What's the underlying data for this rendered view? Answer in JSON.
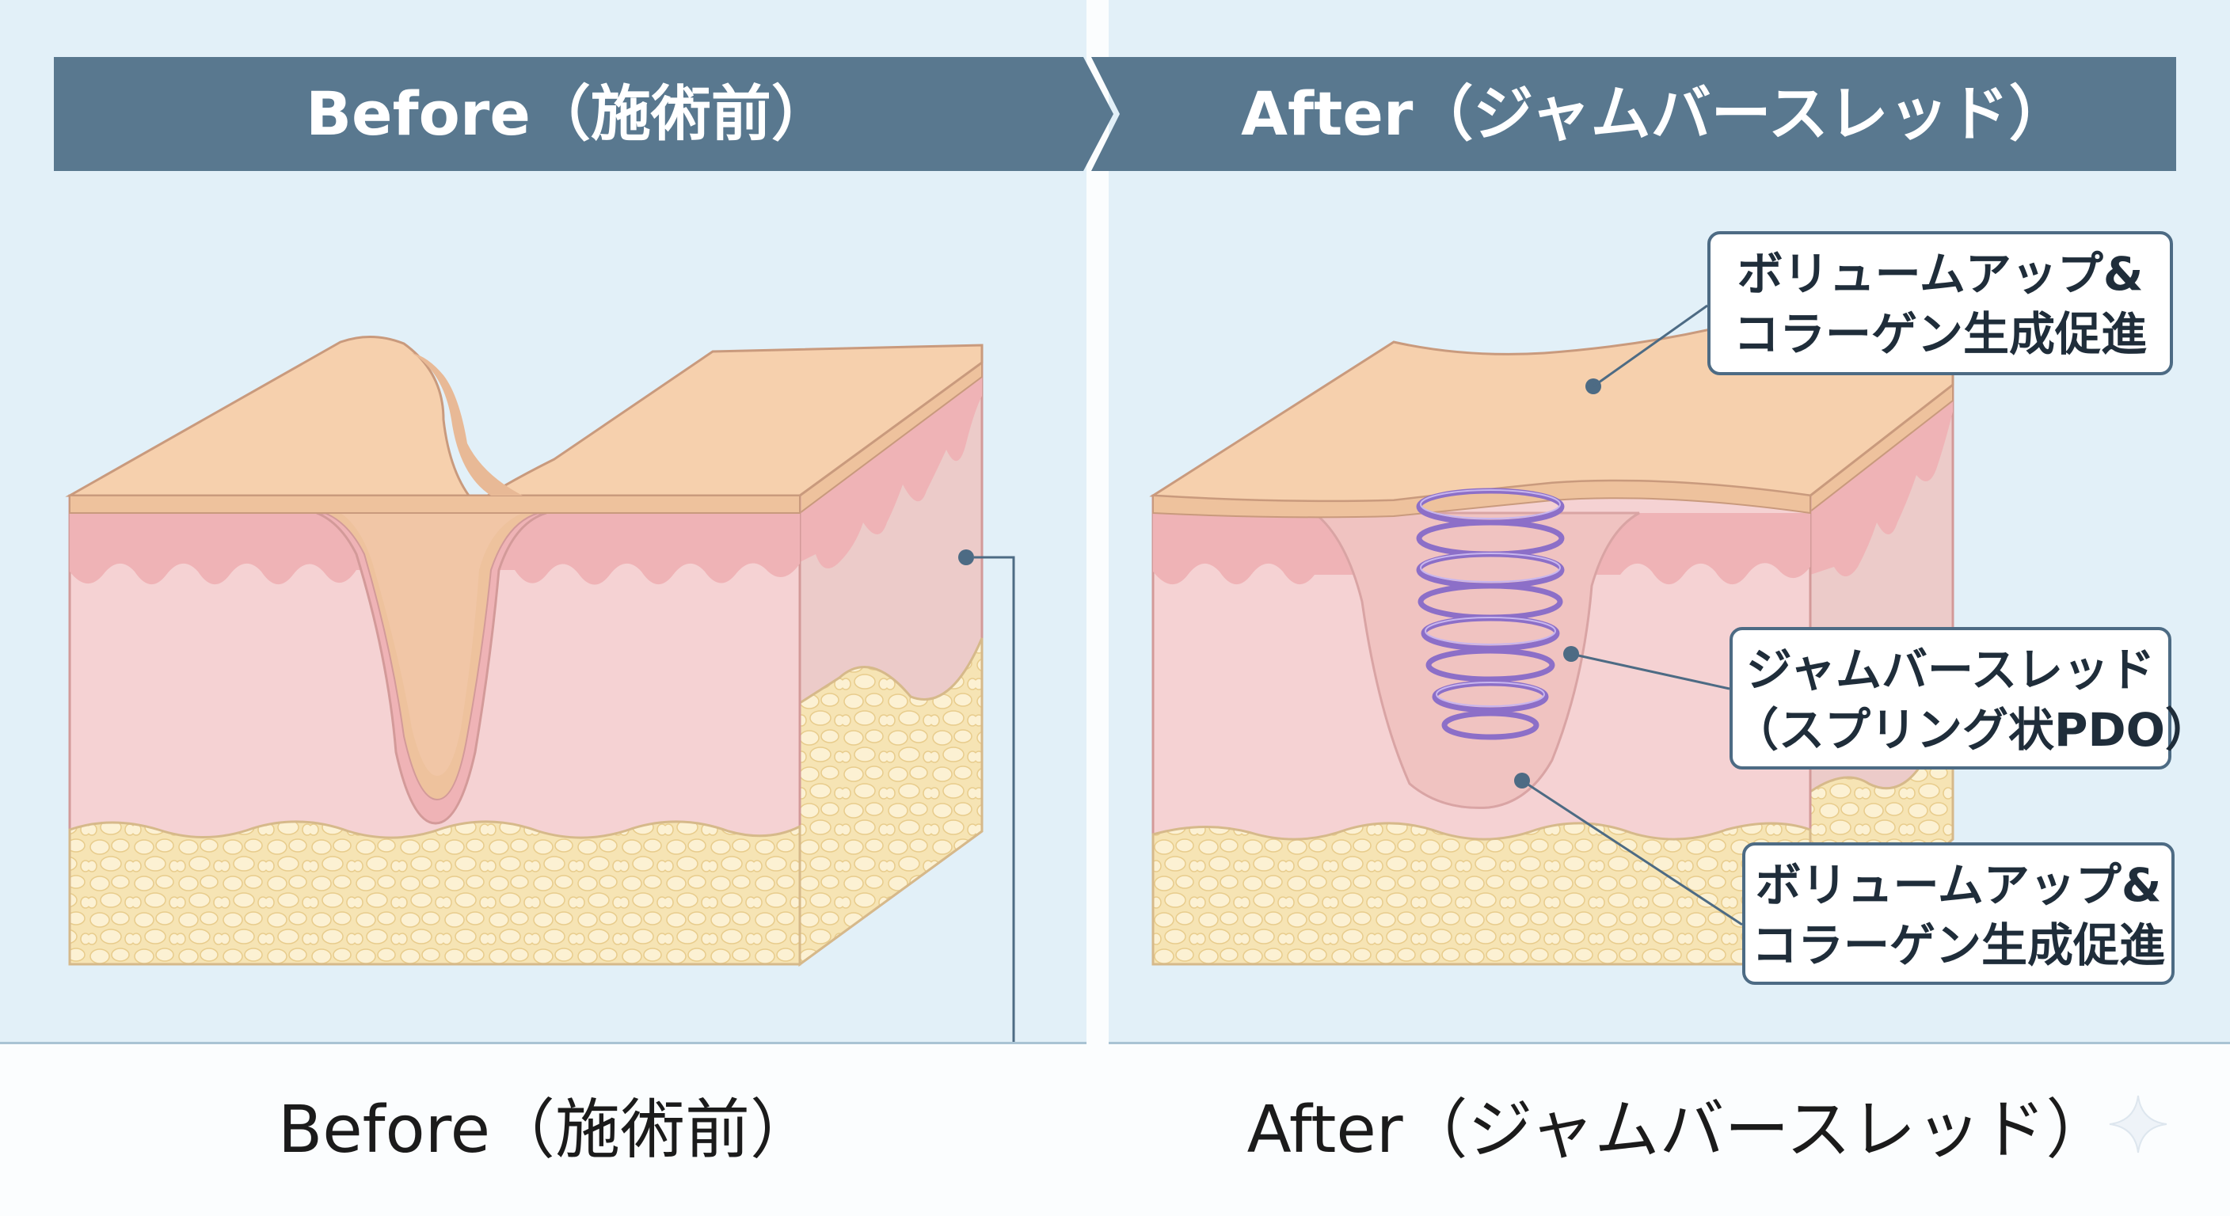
{
  "header": {
    "before_title": "Before（施術前）",
    "after_title": "After（ジャムバースレッド）"
  },
  "callouts": {
    "top": {
      "line1": "ボリュームアップ&",
      "line2": "コラーゲン生成促進"
    },
    "spring": {
      "line1": "ジャムバースレッド",
      "line2": "（スプリング状PDO）"
    },
    "bottom": {
      "line1": "ボリュームアップ&",
      "line2": "コラーゲン生成促進"
    }
  },
  "captions": {
    "before": "Before（施術前）",
    "after": "After（ジャムバースレッド）"
  },
  "colors": {
    "banner": "#59788f",
    "panel_background": "#e2f0f8",
    "epidermis": "#f4d1b2",
    "dermis": "#f5d2d3",
    "fat_layer": "#f6e4b4",
    "spring_thread": "#8c6fc8",
    "leader_line": "#4d6b84"
  },
  "icons": [
    "sparkle-icon"
  ]
}
